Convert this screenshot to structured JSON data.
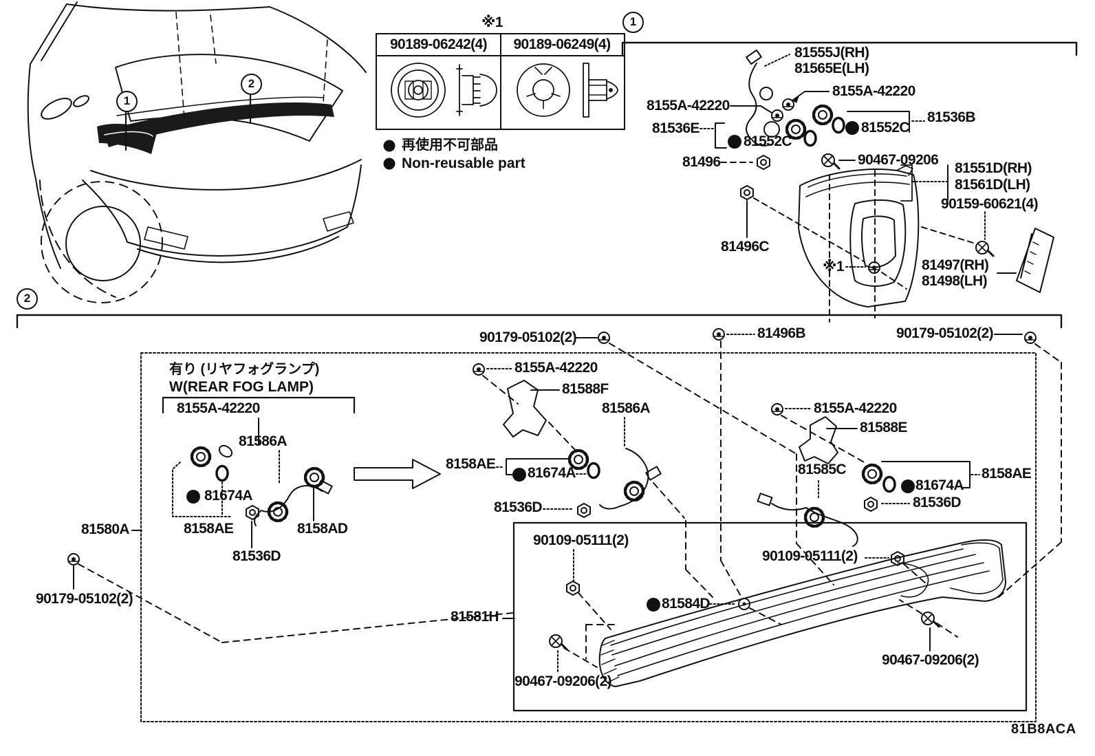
{
  "figure": {
    "code": "81B8ACA",
    "footnote_top": "※1"
  },
  "callouts": {
    "one": "1",
    "two": "2"
  },
  "clip_table": {
    "headers": [
      "90189-06242(4)",
      "90189-06249(4)"
    ]
  },
  "legend": {
    "jp": "再使用不可部品",
    "en": "Non-reusable part"
  },
  "fog_note": {
    "jp": "有り (リヤフォグランプ)",
    "en": "W(REAR FOG LAMP)"
  },
  "sec1": {
    "l81555j": "81555J(RH)",
    "l81565e": "81565E(LH)",
    "l8155a_a": "8155A-42220",
    "l8155a_b": "8155A-42220",
    "l81536b": "81536B",
    "l81536e": "81536E",
    "l81552c_a": "81552C",
    "l81552c_b": "81552C",
    "l81496": "81496",
    "l90467": "90467-09206",
    "l81551d": "81551D(RH)",
    "l81561d": "81561D(LH)",
    "l90159": "90159-60621(4)",
    "l81496c": "81496C",
    "lfn": "※1",
    "l81497": "81497(RH)",
    "l81498": "81498(LH)"
  },
  "sec2": {
    "l90179_mid": "90179-05102(2)",
    "l90179_right": "90179-05102(2)",
    "l90179_bl": "90179-05102(2)",
    "l81496b": "81496B",
    "l8155a_left": "8155A-42220",
    "l81586a_left": "81586A",
    "l81674a_left": "81674A",
    "l8158ae_left": "8158AE",
    "l8158ad": "8158AD",
    "l81536d_left": "81536D",
    "l81580a": "81580A",
    "l8155a_mid": "8155A-42220",
    "l81588f": "81588F",
    "l81586a_mid": "81586A",
    "l8158ae_mid": "8158AE",
    "l81674a_mid": "81674A",
    "l81536d_mid": "81536D",
    "l8155a_right": "8155A-42220",
    "l81588e": "81588E",
    "l81585c": "81585C",
    "l81674a_right": "81674A",
    "l8158ae_right": "8158AE",
    "l81536d_right": "81536D",
    "l90109_left": "90109-05111(2)",
    "l90109_right": "90109-05111(2)",
    "l81584d": "81584D",
    "l81581h": "81581H",
    "l90467_bl": "90467-09206(2)",
    "l90467_br": "90467-09206(2)"
  }
}
